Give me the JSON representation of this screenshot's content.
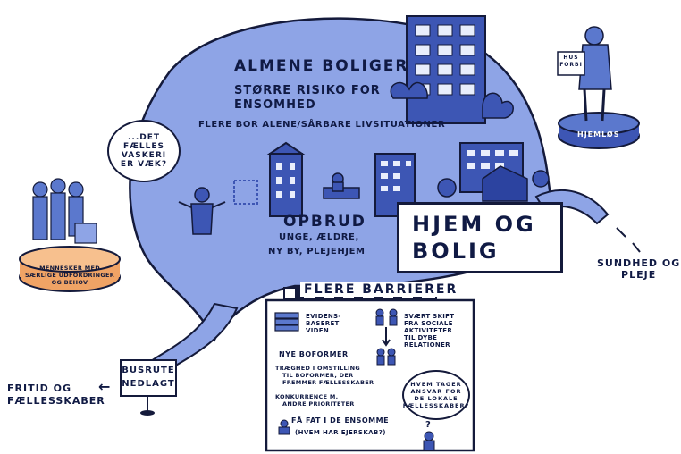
{
  "main_bubble": {
    "title": "ALMENE BOLIGER",
    "subtitle_line1": "STØRRE RISIKO FOR",
    "subtitle_line2": "ENSOMHED",
    "line3": "FLERE BOR ALENE/SÅRBARE LIVSITUATIONER",
    "opbrud_title": "OPBRUD",
    "opbrud_line1": "UNGE, ÆLDRE,",
    "opbrud_line2": "NY BY, PLEJEHJEM"
  },
  "speech_bubble": {
    "line1": "...DET",
    "line2": "FÆLLES",
    "line3": "VASKERI",
    "line4": "ER VÆK?"
  },
  "hjem_sign": {
    "line1": "HJEM OG",
    "line2": "BOLIG"
  },
  "homeless_statue": {
    "sign_line1": "HUS",
    "sign_line2": "FORBI",
    "label": "HJEMLØS"
  },
  "people_statue": {
    "line1": "MENNESKER MED",
    "line2": "SÆRLIGE UDFORDRINGER",
    "line3": "OG BEHOV"
  },
  "right_label": {
    "line1": "SUNDHED OG",
    "line2": "PLEJE"
  },
  "left_label": {
    "line1": "FRITID OG",
    "line2": "FÆLLESSKABER",
    "arrow": "←"
  },
  "bus_sign": {
    "line1": "BUSRUTE",
    "line2": "NEDLAGT"
  },
  "barrier_board": {
    "header": "FLERE BARRIERER",
    "item1": {
      "line1": "EVIDENS-",
      "line2": "BASERET",
      "line3": "VIDEN"
    },
    "item2": {
      "line1": "SVÆRT SKIFT",
      "line2": "FRA SOCIALE",
      "line3": "AKTIVITETER",
      "line4": "TIL DYBE",
      "line5": "RELATIONER"
    },
    "nye_boformer": "NYE BOFORMER",
    "bullet1": {
      "line1": "TRÆGHED I OMSTILLING",
      "line2": "TIL BOFORMER, DER",
      "line3": "FREMMER FÆLLESSKABER"
    },
    "bullet2": {
      "line1": "KONKURRENCE M.",
      "line2": "ANDRE PRIORITETER"
    },
    "question": {
      "line1": "HVEM TAGER",
      "line2": "ANSVAR FOR",
      "line3": "DE LOKALE",
      "line4": "FÆLLESSKABER?"
    },
    "footer_line1": "FÅ FAT I DE ENSOMME",
    "footer_line2": "(HVEM HAR EJERSKAB?)",
    "question_mark": "?"
  },
  "colors": {
    "bubble_fill": "#8ea4e6",
    "dark_blue": "#3d56b4",
    "mid_blue": "#5b78cd",
    "outline": "#141a3b",
    "orange": "#f0a365"
  }
}
